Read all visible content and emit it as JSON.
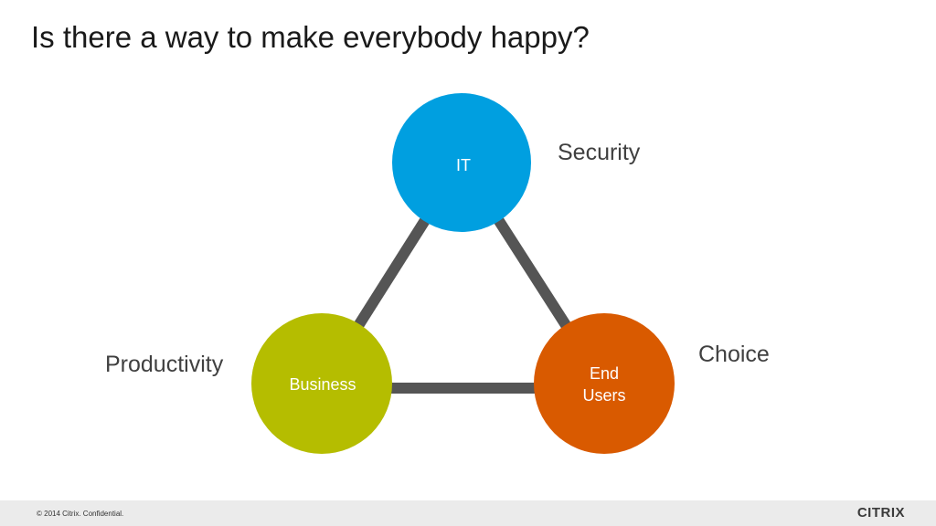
{
  "slide": {
    "title": "Is there a way to make everybody happy?"
  },
  "diagram": {
    "nodes": [
      {
        "id": "it",
        "label_lines": [
          "IT"
        ],
        "color": "#009fe0"
      },
      {
        "id": "business",
        "label_lines": [
          "Business"
        ],
        "color": "#b5bd00"
      },
      {
        "id": "end-users",
        "label_lines": [
          "End",
          "Users"
        ],
        "color": "#d95a00"
      }
    ],
    "edge_color": "#555555",
    "labels": {
      "security": "Security",
      "productivity": "Productivity",
      "choice": "Choice"
    }
  },
  "footer": {
    "copyright": "© 2014 Citrix. Confidential.",
    "logo_text": "CITRIX"
  }
}
